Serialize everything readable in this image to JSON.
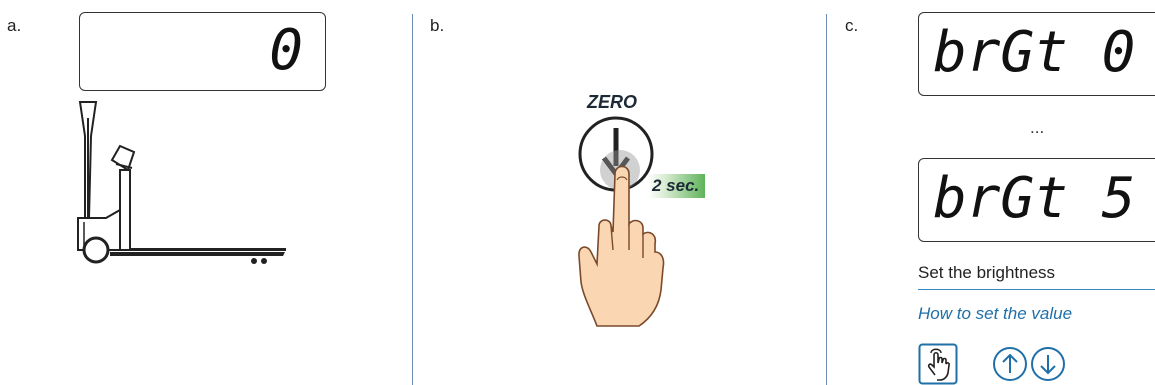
{
  "panel_a": {
    "label": "a.",
    "display_value": "0"
  },
  "panel_b": {
    "label": "b.",
    "button_label": "ZERO",
    "hold_time": "2 sec."
  },
  "panel_c": {
    "label": "c.",
    "display_first": "brGt 0",
    "ellipsis": "...",
    "display_last": "brGt 5",
    "title": "Set the brightness",
    "subtitle": "How to set the value"
  }
}
